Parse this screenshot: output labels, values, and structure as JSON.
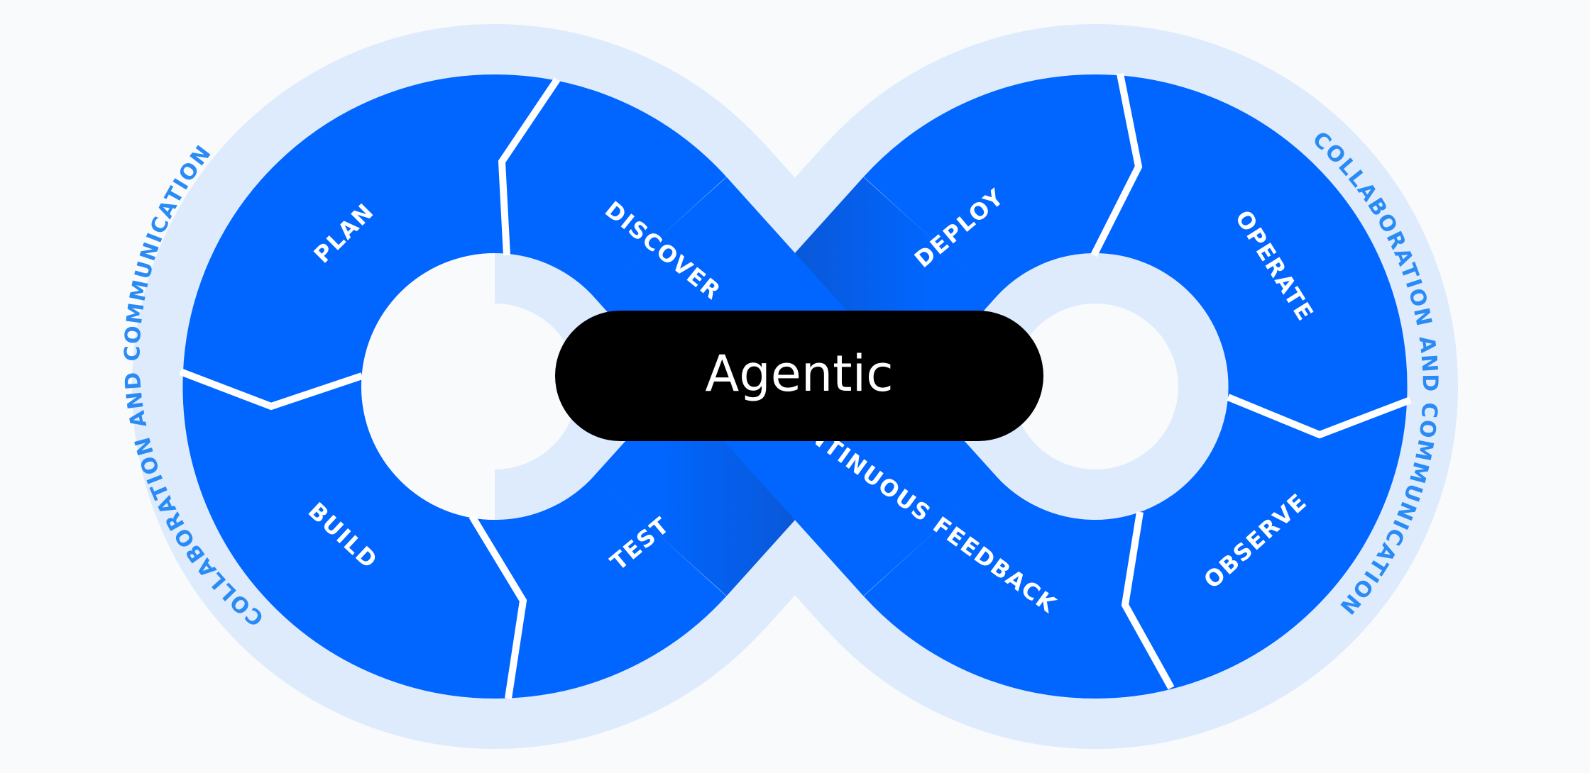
{
  "diagram": {
    "title": "Agentic",
    "ring_text_left": "COLLABORATION AND COMMUNICATION",
    "ring_text_right": "COLLABORATION AND COMMUNICATION",
    "stages": [
      {
        "id": "plan",
        "label": "PLAN",
        "loop": "left"
      },
      {
        "id": "discover",
        "label": "DISCOVER",
        "loop": "crossing"
      },
      {
        "id": "build",
        "label": "BUILD",
        "loop": "left"
      },
      {
        "id": "test",
        "label": "TEST",
        "loop": "crossing"
      },
      {
        "id": "deploy",
        "label": "DEPLOY",
        "loop": "crossing"
      },
      {
        "id": "operate",
        "label": "OPERATE",
        "loop": "right"
      },
      {
        "id": "observe",
        "label": "OBSERVE",
        "loop": "right"
      },
      {
        "id": "continuous-feedback",
        "label": "CONTINUOUS FEEDBACK",
        "loop": "crossing"
      }
    ],
    "colors": {
      "background": "#F8FAFC",
      "outer_ring": "#DDEBFD",
      "band": "#0066FF",
      "band_shadow": "#0A58D8",
      "divider": "#FFFFFF",
      "ring_text": "#2B8BF5",
      "center_pill": "#000000",
      "center_text": "#FFFFFF"
    }
  }
}
